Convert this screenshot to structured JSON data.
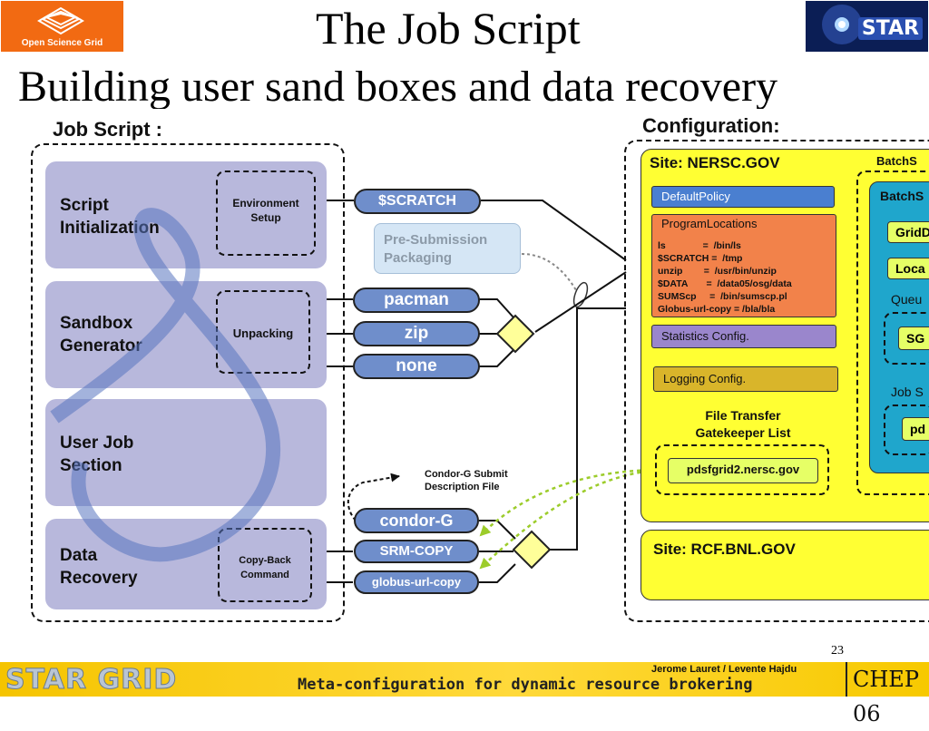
{
  "header": {
    "title": "The Job Script",
    "subtitle": "Building user sand boxes and data recovery",
    "osg_logo_text": "Open Science Grid",
    "star_logo_text": "STAR"
  },
  "job_script": {
    "heading": "Job Script :",
    "blocks": [
      {
        "label_line1": "Script",
        "label_line2": "Initialization",
        "sub": [
          "Environment",
          "Setup"
        ]
      },
      {
        "label_line1": "Sandbox",
        "label_line2": "Generator",
        "sub": [
          "Unpacking"
        ]
      },
      {
        "label_line1": "User Job",
        "label_line2": "Section"
      },
      {
        "label_line1": "Data",
        "label_line2": "Recovery",
        "sub": [
          "Copy-Back",
          "Command"
        ]
      }
    ]
  },
  "middle": {
    "scratch": "$SCRATCH",
    "presub_line1": "Pre-Submission",
    "presub_line2": "Packaging",
    "pacman": "pacman",
    "zip": "zip",
    "none": "none",
    "condor_note_line1": "Condor-G Submit",
    "condor_note_line2": "Description File",
    "condor": "condor-G",
    "srm": "SRM-COPY",
    "globus": "globus-url-copy"
  },
  "configuration": {
    "heading": "Configuration:",
    "site1": "Site: NERSC.GOV",
    "default_policy": "DefaultPolicy",
    "program_locations": "ProgramLocations",
    "program_lines": [
      "ls              =  /bin/ls",
      "$SCRATCH =  /tmp",
      "unzip        =  /usr/bin/unzip",
      "$DATA       =  /data05/osg/data",
      "SUMScp     =  /bin/sumscp.pl",
      "Globus-url-copy = /bla/bla"
    ],
    "statistics": "Statistics Config.",
    "logging": "Logging Config.",
    "file_transfer_line1": "File Transfer",
    "file_transfer_line2": "Gatekeeper List",
    "gatekeeper": "pdsfgrid2.nersc.gov",
    "batch_outer": "BatchS",
    "batch_inner": "BatchS",
    "grid_item": "GridD",
    "local_item": "Loca",
    "queue_label": "Queu",
    "sg_item": "SG",
    "jobs_label": "Job S",
    "pd_item": "pd",
    "site2": "Site: RCF.BNL.GOV"
  },
  "footer": {
    "page_number": "23",
    "star_grid": "STAR GRID",
    "meta": "Meta-configuration for dynamic resource brokering",
    "authors": "Jerome Lauret  /  Levente Hajdu",
    "chep": "CHEP 06"
  },
  "colors": {
    "block": "#b8b8dc",
    "pill": "#6f8ecb",
    "yellow": "#ffff33",
    "orange": "#f2824a",
    "blue_cfg": "#4a7fd0",
    "purple_cfg": "#9a86cc",
    "gold_cfg": "#d9b52a",
    "teal": "#1fa6cc",
    "green": "#e6ff66"
  }
}
